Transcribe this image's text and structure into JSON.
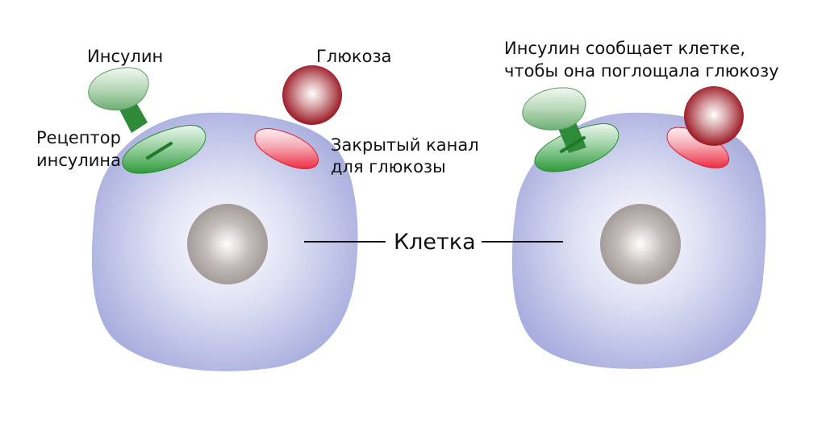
{
  "labels": {
    "insulin": "Инсулин",
    "glucose": "Глюкоза",
    "receptor_line1": "Рецептор",
    "receptor_line2": "инсулина",
    "channel_line1": "Закрытый канал",
    "channel_line2": "для глюкозы",
    "cell": "Клетка",
    "signal_line1": "Инсулин сообщает клетке,",
    "signal_line2": "чтобы она поглощала глюкозу"
  },
  "colors": {
    "cell": "#a9aede",
    "nucleus": "#a39c98",
    "insulin": "#6fae74",
    "receptor": "#2f9a3c",
    "channel": "#ee2d43",
    "glucose": "#9e1f2a"
  }
}
